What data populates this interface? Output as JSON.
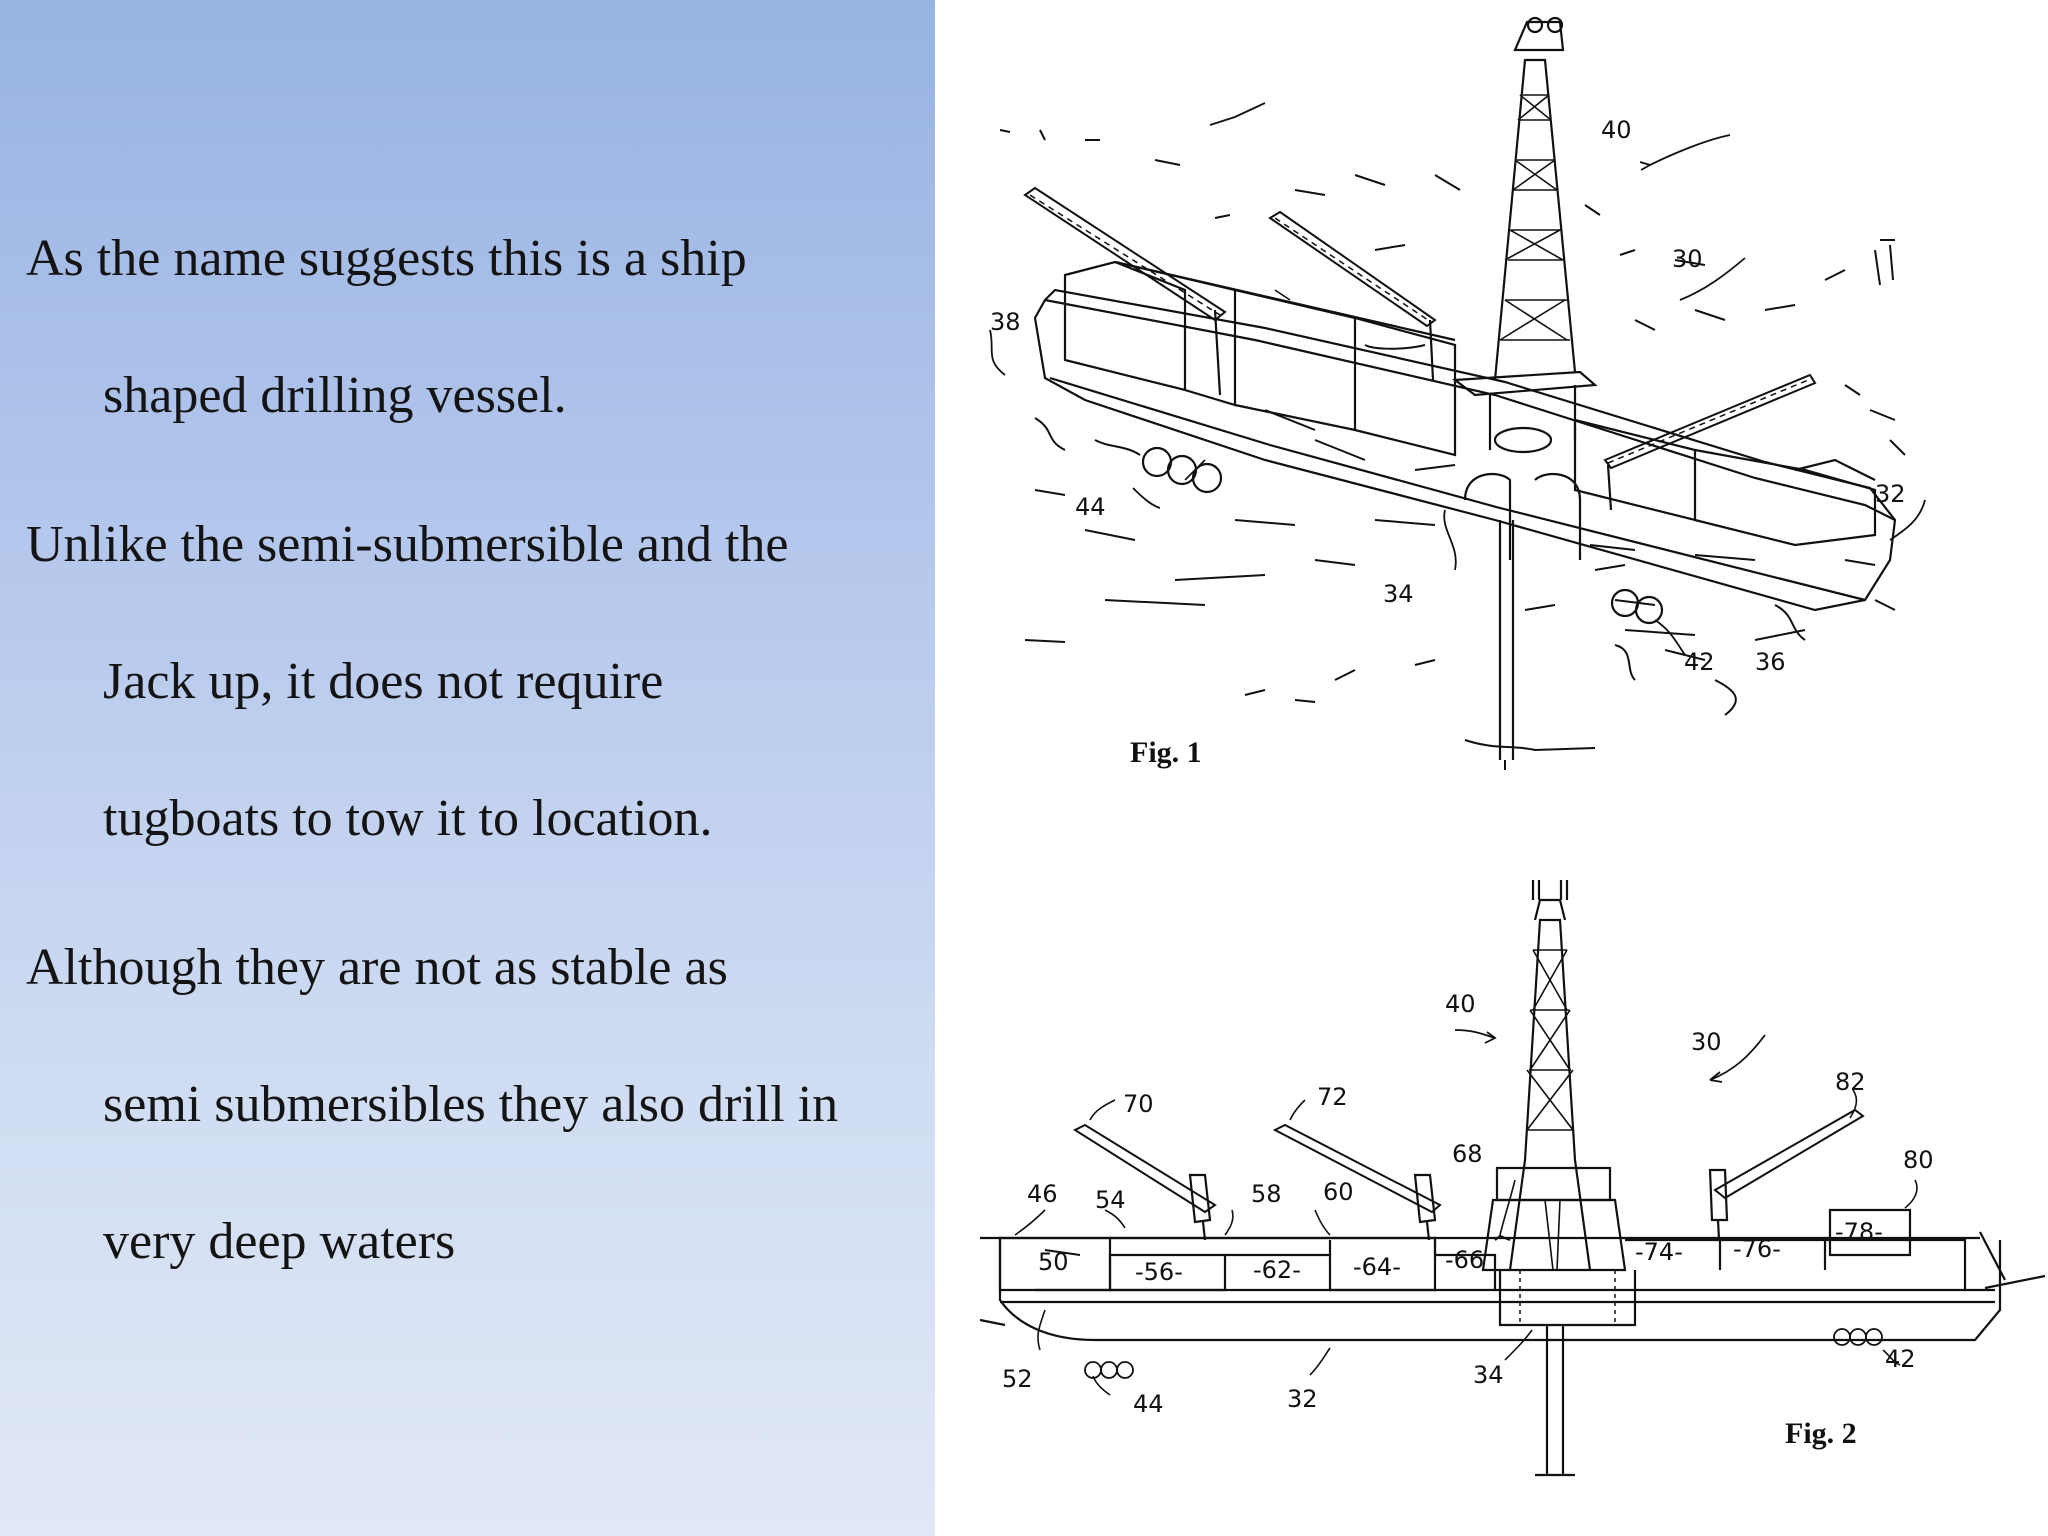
{
  "paragraphs": [
    {
      "lines": [
        "As the name suggests this is a ship",
        "shaped drilling vessel."
      ]
    },
    {
      "lines": [
        "Unlike the semi-submersible and the",
        "Jack up, it does not require",
        "tugboats to tow it to location."
      ]
    },
    {
      "lines": [
        "Although they are not as stable as",
        "semi submersibles they also drill in",
        "very deep waters"
      ]
    }
  ],
  "figures": {
    "fig1": {
      "caption": "Fig. 1",
      "labels": {
        "l40": "40",
        "l30": "30",
        "l38": "38",
        "l32": "32",
        "l44": "44",
        "l34": "34",
        "l42": "42",
        "l36": "36"
      }
    },
    "fig2": {
      "caption": "Fig. 2",
      "labels": {
        "l40": "40",
        "l30": "30",
        "l82": "82",
        "l80": "80",
        "l70": "70",
        "l72": "72",
        "l68": "68",
        "l46": "46",
        "l54": "54",
        "l58": "58",
        "l60": "60",
        "l50": "50",
        "l56": "-56-",
        "l62": "-62-",
        "l64": "-64-",
        "l66": "-66",
        "l74": "-74-",
        "l76": "-76-",
        "l78": "-78-",
        "l52": "52",
        "l44": "44",
        "l32": "32",
        "l34": "34",
        "l42": "42"
      }
    }
  }
}
